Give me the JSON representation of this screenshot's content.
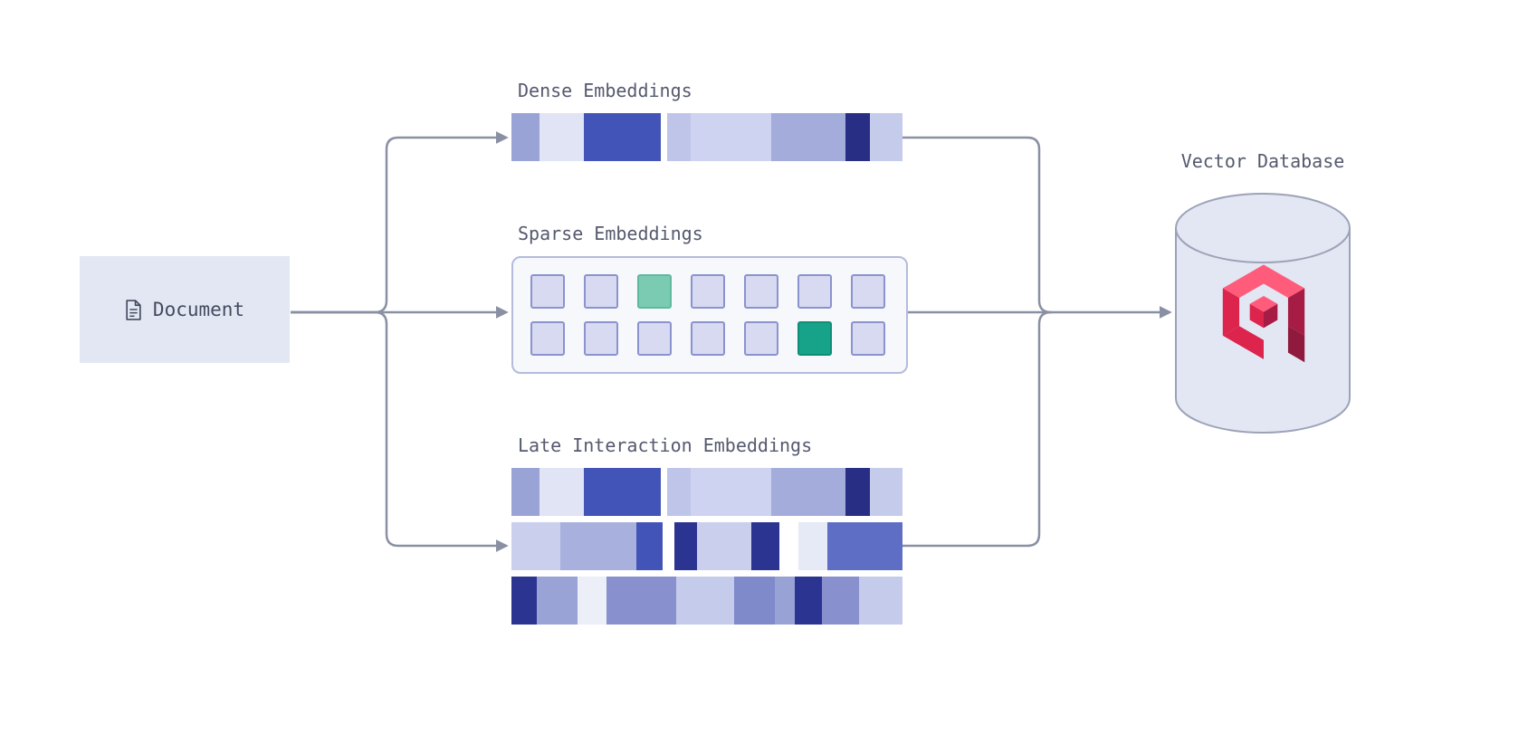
{
  "diagram": {
    "document": {
      "label": "Document"
    },
    "dense": {
      "label": "Dense Embeddings",
      "segments": [
        {
          "color": "#9AA3D6",
          "w": 32
        },
        {
          "color": "#E0E4F4",
          "w": 50
        },
        {
          "color": "#4254B8",
          "w": 88
        },
        {
          "color": "#FFFFFF",
          "w": 7
        },
        {
          "color": "#BFC5E9",
          "w": 26
        },
        {
          "color": "#CDD3F0",
          "w": 92
        },
        {
          "color": "#A3ACDA",
          "w": 84
        },
        {
          "color": "#272E83",
          "w": 28
        },
        {
          "color": "#C5CBEB",
          "w": 37
        }
      ]
    },
    "sparse": {
      "label": "Sparse Embeddings",
      "grid": {
        "rows": 2,
        "cols": 7,
        "default_cell": {
          "fill": "#D7DAF0",
          "border": "#8A93CE"
        },
        "highlights": [
          {
            "row": 0,
            "col": 2,
            "fill": "#7ACBB2",
            "border": "#5FB99D"
          },
          {
            "row": 1,
            "col": 5,
            "fill": "#17A38A",
            "border": "#0F8E77"
          }
        ]
      }
    },
    "late": {
      "label": "Late Interaction Embeddings",
      "bars": [
        [
          {
            "color": "#9AA3D6",
            "w": 32
          },
          {
            "color": "#E0E4F4",
            "w": 50
          },
          {
            "color": "#4254B8",
            "w": 88
          },
          {
            "color": "#FFFFFF",
            "w": 7
          },
          {
            "color": "#BFC5E9",
            "w": 26
          },
          {
            "color": "#CDD3F0",
            "w": 92
          },
          {
            "color": "#A3ACDA",
            "w": 84
          },
          {
            "color": "#272E83",
            "w": 28
          },
          {
            "color": "#C5CBEB",
            "w": 37
          }
        ],
        [
          {
            "color": "#C9CFED",
            "w": 56
          },
          {
            "color": "#A8B1DD",
            "w": 86
          },
          {
            "color": "#4254B8",
            "w": 30
          },
          {
            "color": "#FFFFFF",
            "w": 13
          },
          {
            "color": "#2B3490",
            "w": 26
          },
          {
            "color": "#C9CFED",
            "w": 62
          },
          {
            "color": "#2B3490",
            "w": 32
          },
          {
            "color": "#FFFFFF",
            "w": 22
          },
          {
            "color": "#E6E9F6",
            "w": 33
          },
          {
            "color": "#5F6EC5",
            "w": 85
          }
        ],
        [
          {
            "color": "#2B3490",
            "w": 28
          },
          {
            "color": "#9AA3D6",
            "w": 46
          },
          {
            "color": "#ECEEF8",
            "w": 32
          },
          {
            "color": "#8891CE",
            "w": 78
          },
          {
            "color": "#C5CBEB",
            "w": 64
          },
          {
            "color": "#7F8ACB",
            "w": 46
          },
          {
            "color": "#98A2D5",
            "w": 22
          },
          {
            "color": "#2B3490",
            "w": 30
          },
          {
            "color": "#8891CE",
            "w": 42
          },
          {
            "color": "#C5CBEB",
            "w": 48
          }
        ]
      ]
    },
    "vector_db": {
      "label": "Vector Database"
    },
    "style": {
      "arrow_color": "#8A90A3",
      "label_color": "#545A6E",
      "doc_box_bg": "#E2E7F3",
      "doc_text_color": "#454B5F",
      "cylinder_fill": "#E3E7F4",
      "cylinder_stroke": "#9CA3B8",
      "sparse_box_bg": "#F7F8FC",
      "sparse_box_border": "#B4BBDC",
      "qdrant_light": "#FF5C7C",
      "qdrant_mid": "#DC244C",
      "qdrant_dark": "#A61C44",
      "qdrant_darkest": "#8F1A3E"
    }
  }
}
